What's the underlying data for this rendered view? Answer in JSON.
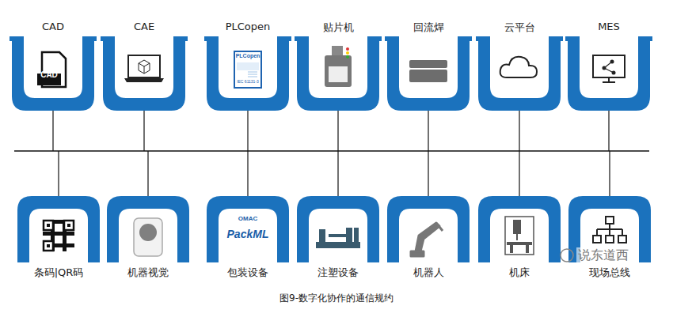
{
  "diagram": {
    "caption": "图9-数字化协作的通信规约",
    "nodes": [
      {
        "text": [
          "CAD"
        ]
      },
      {
        "text": [
          "CAE"
        ]
      },
      {
        "text": [
          "PLCopen"
        ]
      },
      {
        "text": [
          "贴片机"
        ]
      },
      {
        "text": [
          "回流焊"
        ]
      },
      {
        "text": [
          "云平台"
        ]
      },
      {
        "text": [
          "MES"
        ]
      },
      {
        "text": [
          "条码|QR码"
        ]
      },
      {
        "text": [
          "机器视觉"
        ]
      },
      {
        "text": [
          "包装设备"
        ]
      },
      {
        "text": [
          "注塑设备"
        ]
      },
      {
        "text": [
          "机器人"
        ]
      },
      {
        "text": [
          "机床"
        ]
      },
      {
        "text": [
          "现场总线"
        ]
      }
    ],
    "labels": [
      "CAD",
      "PLCopen",
      "IEC 61131-3",
      "OMAC",
      "PackML",
      "说东道西"
    ]
  }
}
